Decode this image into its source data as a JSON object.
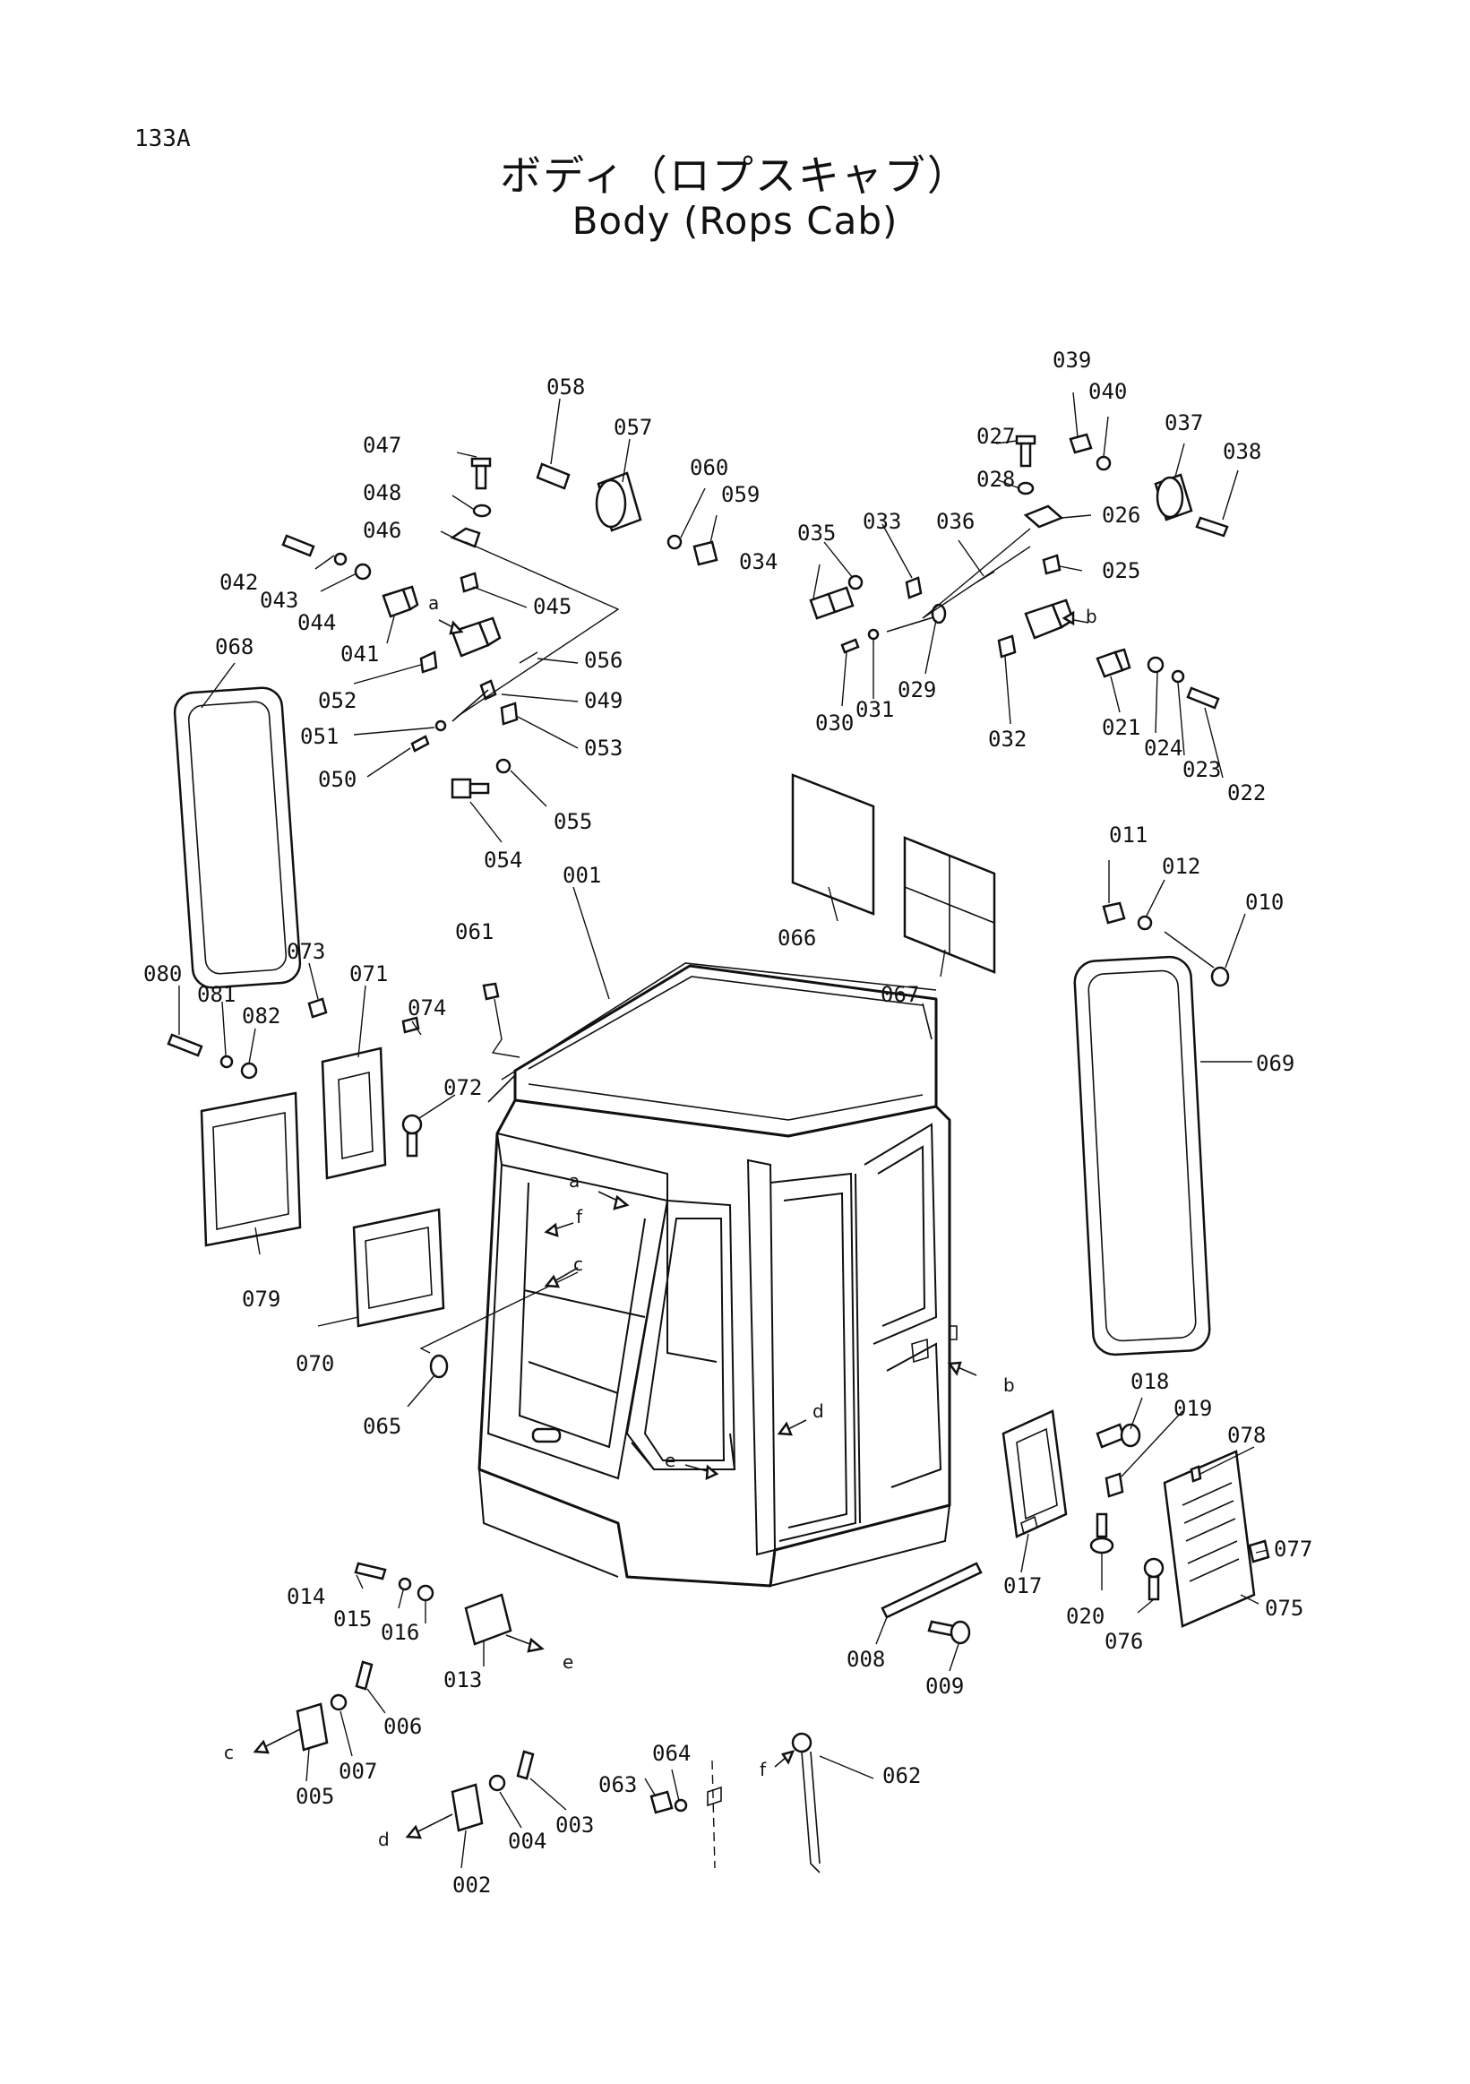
{
  "header": {
    "page_number": "133A",
    "title_jp": "ボディ（ロプスキャブ）",
    "title_en": "Body (Rops Cab)"
  },
  "callouts": [
    "001",
    "002",
    "003",
    "004",
    "005",
    "006",
    "007",
    "008",
    "009",
    "010",
    "011",
    "012",
    "013",
    "014",
    "015",
    "016",
    "017",
    "018",
    "019",
    "020",
    "021",
    "022",
    "023",
    "024",
    "025",
    "026",
    "027",
    "028",
    "029",
    "030",
    "031",
    "032",
    "033",
    "034",
    "035",
    "036",
    "037",
    "038",
    "039",
    "040",
    "041",
    "042",
    "043",
    "044",
    "045",
    "046",
    "047",
    "048",
    "049",
    "050",
    "051",
    "052",
    "053",
    "054",
    "055",
    "056",
    "057",
    "058",
    "059",
    "060",
    "061",
    "062",
    "063",
    "064",
    "065",
    "066",
    "067",
    "068",
    "069",
    "070",
    "071",
    "072",
    "073",
    "074",
    "075",
    "076",
    "077",
    "078",
    "079",
    "080",
    "081",
    "082"
  ],
  "ref_letters": {
    "a": "a",
    "b": "b",
    "c": "c",
    "d": "d",
    "e": "e",
    "f": "f"
  }
}
